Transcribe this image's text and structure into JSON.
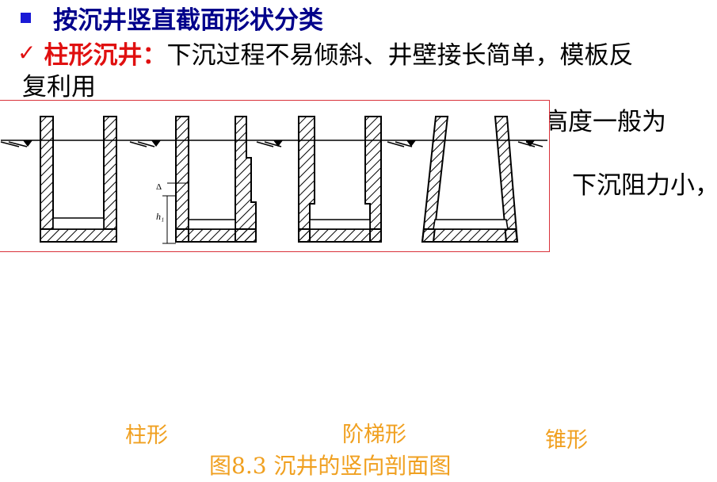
{
  "heading": {
    "text": "按沉井竖直截面形状分类"
  },
  "line1": {
    "check": "✓",
    "label": "柱形沉井：",
    "text": "下沉过程不易倾斜、井壁接长简单，模板反"
  },
  "line2": {
    "text": "复利用"
  },
  "partial_right_1": {
    "text": "高度一般为"
  },
  "partial_right_2": {
    "text": "下沉阻力小，"
  },
  "figure": {
    "labels": {
      "column": "柱形",
      "stepped": "阶梯形",
      "tapered": "锥形"
    },
    "caption": "图8.3 沉井的竖向剖面图",
    "dimension_labels": {
      "delta": "Δ",
      "h1": "h₁"
    }
  },
  "colors": {
    "heading": "#00008b",
    "bullet": "#1a1ad6",
    "accent_red": "#e01010",
    "label_orange": "#f0a020",
    "frame": "#d9323a"
  }
}
